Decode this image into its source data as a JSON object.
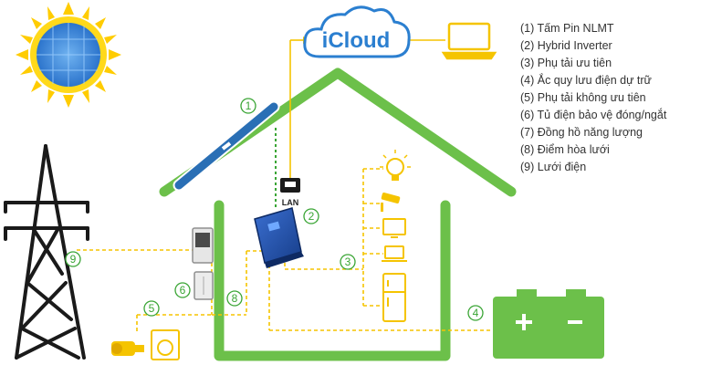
{
  "cloud": {
    "label": "iCloud"
  },
  "lan": {
    "label": "LAN"
  },
  "badges": {
    "b1": "1",
    "b2": "2",
    "b3": "3",
    "b4": "4",
    "b5": "5",
    "b6": "6",
    "b8": "8",
    "b9": "9"
  },
  "legend": {
    "items": [
      "(1) Tấm Pin NLMT",
      "(2) Hybrid Inverter",
      "(3) Phụ tải ưu tiên",
      "(4) Ắc quy lưu điện dự trữ",
      "(5) Phụ tải không ưu tiên",
      "(6) Tủ điện bảo vệ đóng/ngắt",
      "(7) Đồng hồ năng lượng",
      "(8) Điểm hòa lưới",
      "(9) Lưới điện"
    ]
  },
  "colors": {
    "house_green": "#6cc04a",
    "line_yellow": "#f5c400",
    "cloud_blue": "#2b7fd0",
    "panel_blue": "#2a6fb5",
    "sun_yellow": "#ffcc00",
    "tower_dark": "#1a1a1a"
  }
}
